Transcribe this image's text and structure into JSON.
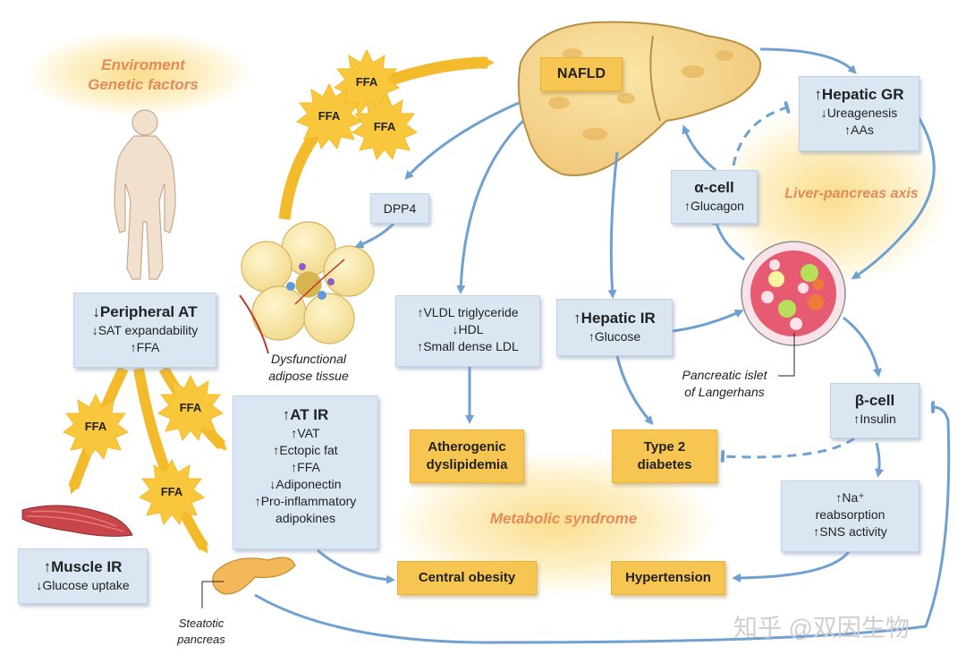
{
  "env_label": [
    "Enviroment",
    "Genetic factors"
  ],
  "nafld": "NAFLD",
  "dpp4": "DPP4",
  "ffa": "FFA",
  "dysfunctional_label": [
    "Dysfunctional",
    "adipose tissue"
  ],
  "peripheral_at": {
    "title": "Peripheral AT",
    "title_prefix": "↓",
    "lines": [
      "↓SAT expandability",
      "↑FFA"
    ]
  },
  "muscle_ir": {
    "title": "Muscle IR",
    "title_prefix": "↑",
    "lines": [
      "↓Glucose uptake"
    ]
  },
  "at_ir": {
    "title": "AT IR",
    "title_prefix": "↑",
    "lines": [
      "↑VAT",
      "↑Ectopic fat",
      "↑FFA",
      "↓Adiponectin",
      "↑Pro-inflammatory",
      "adipokines"
    ]
  },
  "lipids": {
    "lines": [
      "↑VLDL triglyceride",
      "↓HDL",
      "↑Small dense LDL"
    ]
  },
  "hepatic_ir": {
    "title": "Hepatic IR",
    "title_prefix": "↑",
    "lines": [
      "↑Glucose"
    ]
  },
  "hepatic_gr": {
    "title": "Hepatic GR",
    "title_prefix": "↑",
    "lines": [
      "↓Ureagenesis",
      "↑AAs"
    ]
  },
  "alpha_cell": {
    "title": "α-cell",
    "lines": [
      "↑Glucagon"
    ]
  },
  "beta_cell": {
    "title": "β-cell",
    "lines": [
      "↑Insulin"
    ]
  },
  "na_box": {
    "lines": [
      "↑Na⁺",
      "reabsorption",
      "↑SNS activity"
    ]
  },
  "outcomes": {
    "atherogenic": [
      "Atherogenic",
      "dyslipidemia"
    ],
    "t2d": [
      "Type 2",
      "diabetes"
    ],
    "central_obesity": "Central obesity",
    "hypertension": "Hypertension"
  },
  "liver_pancreas_axis": "Liver-pancreas axis",
  "metabolic_syndrome": "Metabolic syndrome",
  "islet_label": [
    "Pancreatic islet",
    "of Langerhans"
  ],
  "steatotic_label": [
    "Steatotic",
    "pancreas"
  ],
  "watermark": "知乎 @双因生物",
  "colors": {
    "arrow_blue": "#6fa0d2",
    "arrow_yellow": "#f3bb2c",
    "box_blue": "#dbe6f3",
    "box_yellow": "#f6c552",
    "orange_text": "#e58a5a"
  }
}
